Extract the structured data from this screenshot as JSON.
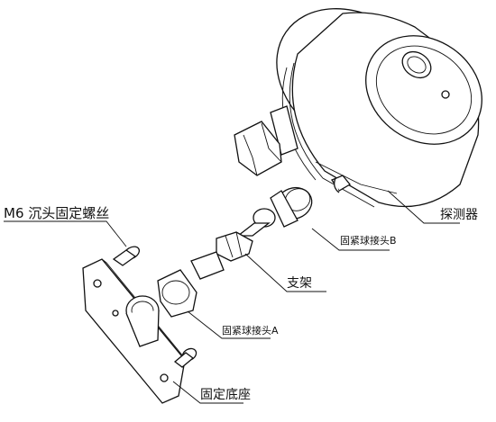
{
  "diagram": {
    "labels": {
      "m6_screw": "M6 沉头固定螺丝",
      "probe": "探测器",
      "ball_joint_b": "固紧球接头B",
      "bracket": "支架",
      "ball_joint_a": "固紧球接头A",
      "base": "固定底座"
    }
  }
}
